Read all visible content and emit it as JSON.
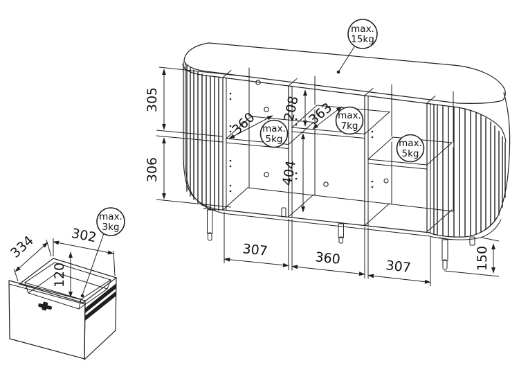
{
  "page": {
    "background": "#ffffff",
    "line_color": "#1f1f1f"
  },
  "cabinet": {
    "load_limits": {
      "top": {
        "prefix": "max.",
        "value": "15kg"
      },
      "left_shelf": {
        "prefix": "max.",
        "value": "5kg"
      },
      "middle_shelf": {
        "prefix": "max.",
        "value": "7kg"
      },
      "right_shelf": {
        "prefix": "max.",
        "value": "5kg"
      }
    },
    "dims": {
      "upper_section_height": "305",
      "lower_section_height": "306",
      "middle_top_clearance": "208",
      "middle_bottom_clearance": "404",
      "left_shelf_depth": "360",
      "middle_shelf_depth": "363",
      "bottom_width_left": "307",
      "bottom_width_middle": "360",
      "bottom_width_right": "307",
      "leg_height": "150"
    }
  },
  "drawer": {
    "load_limit": {
      "prefix": "max.",
      "value": "3kg"
    },
    "dims": {
      "depth": "334",
      "width": "302",
      "inner_height": "120"
    }
  }
}
